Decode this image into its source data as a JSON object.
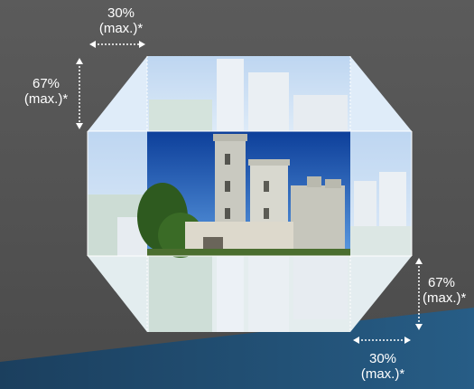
{
  "labels": {
    "top_left_width": {
      "value": "30%",
      "note": "(max.)*"
    },
    "left_height": {
      "value": "67%",
      "note": "(max.)*"
    },
    "right_height": {
      "value": "67%",
      "note": "(max.)*"
    },
    "bottom_right_width": {
      "value": "30%",
      "note": "(max.)*"
    }
  },
  "colors": {
    "background": "#555555",
    "extension_fill": "#e6f1fb",
    "arrow": "#ffffff",
    "accent_band": "#1f4e74"
  }
}
